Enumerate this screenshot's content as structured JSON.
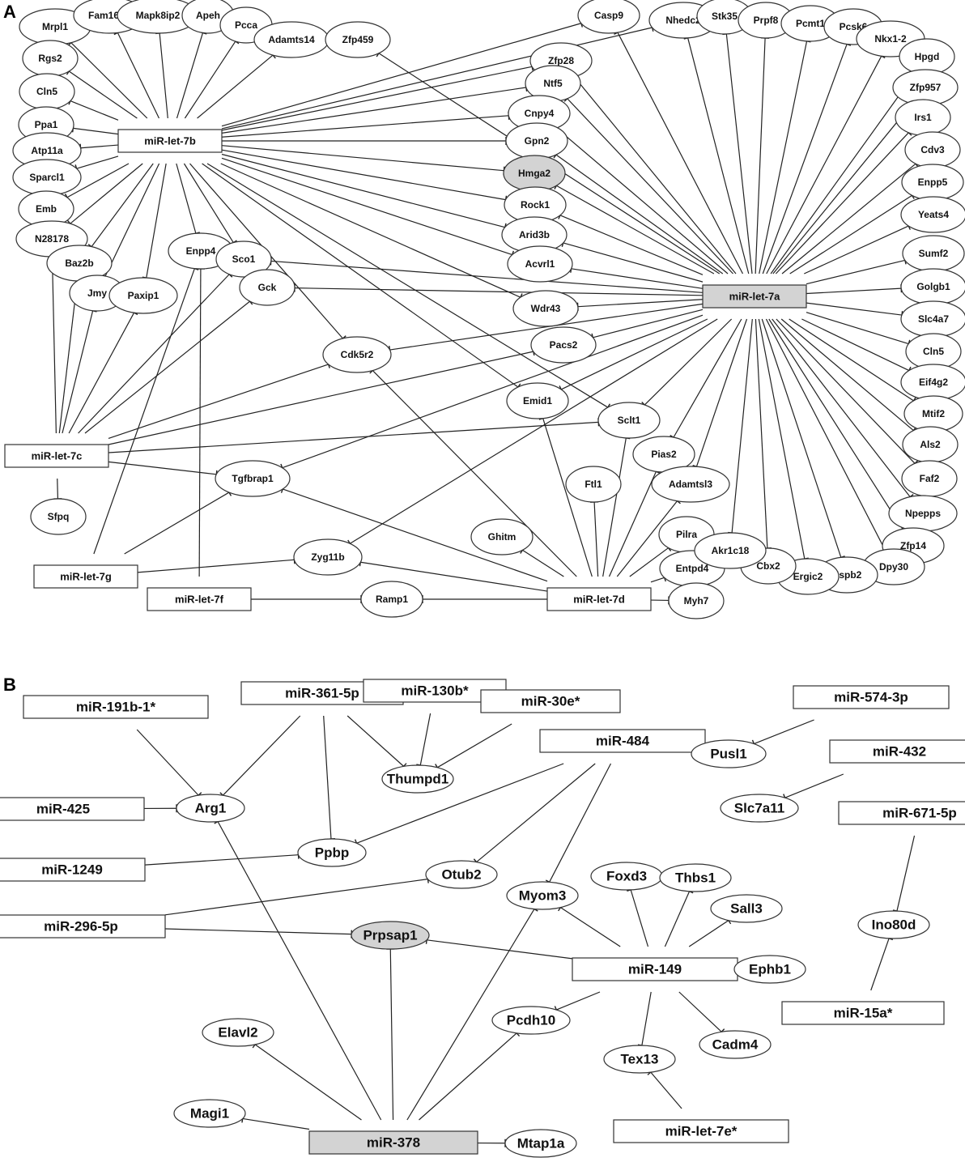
{
  "panels": [
    "A",
    "B"
  ],
  "colors": {
    "highlight": "#d3d3d3",
    "normal": "#ffffff",
    "line": "#222222"
  },
  "nodes": {
    "b7b": {
      "label": "miR-let-7b",
      "shape": "rect"
    },
    "a7a": {
      "label": "miR-let-7a",
      "shape": "rect",
      "hl": true
    },
    "c7c": {
      "label": "miR-let-7c",
      "shape": "rect"
    },
    "g7g": {
      "label": "miR-let-7g",
      "shape": "rect"
    },
    "f7f": {
      "label": "miR-let-7f",
      "shape": "rect"
    },
    "d7d": {
      "label": "miR-let-7d",
      "shape": "rect"
    },
    "Mrpl1": {
      "label": "Mrpl1"
    },
    "Fam161b": {
      "label": "Fam161b"
    },
    "Mapk8ip2": {
      "label": "Mapk8ip2"
    },
    "Apeh": {
      "label": "Apeh"
    },
    "Pcca": {
      "label": "Pcca"
    },
    "Adamts14": {
      "label": "Adamts14"
    },
    "Zfp459": {
      "label": "Zfp459"
    },
    "Rgs2": {
      "label": "Rgs2"
    },
    "Cln5a": {
      "label": "Cln5"
    },
    "Ppa1": {
      "label": "Ppa1"
    },
    "Atp11a": {
      "label": "Atp11a"
    },
    "Sparcl1": {
      "label": "Sparcl1"
    },
    "Emb": {
      "label": "Emb"
    },
    "N28178": {
      "label": "N28178"
    },
    "Baz2b": {
      "label": "Baz2b"
    },
    "Jmy": {
      "label": "Jmy"
    },
    "Paxip1": {
      "label": "Paxip1"
    },
    "Enpp4": {
      "label": "Enpp4"
    },
    "Sco1": {
      "label": "Sco1"
    },
    "Gck": {
      "label": "Gck"
    },
    "Casp9": {
      "label": "Casp9"
    },
    "Zfp28": {
      "label": "Zfp28"
    },
    "Ntf5": {
      "label": "Ntf5"
    },
    "Cnpy4": {
      "label": "Cnpy4"
    },
    "Gpn2": {
      "label": "Gpn2"
    },
    "Hmga2": {
      "label": "Hmga2",
      "hl": true
    },
    "Rock1": {
      "label": "Rock1"
    },
    "Arid3b": {
      "label": "Arid3b"
    },
    "Acvrl1": {
      "label": "Acvrl1"
    },
    "Wdr43": {
      "label": "Wdr43"
    },
    "Pacs2": {
      "label": "Pacs2"
    },
    "Cdk5r2": {
      "label": "Cdk5r2"
    },
    "Emid1": {
      "label": "Emid1"
    },
    "Sclt1": {
      "label": "Sclt1"
    },
    "Pias2": {
      "label": "Pias2"
    },
    "Adamtsl3": {
      "label": "Adamtsl3"
    },
    "Ftl1": {
      "label": "Ftl1"
    },
    "Ghitm": {
      "label": "Ghitm"
    },
    "Pilra": {
      "label": "Pilra"
    },
    "Entpd4": {
      "label": "Entpd4"
    },
    "Myh7": {
      "label": "Myh7"
    },
    "Tgfbrap1": {
      "label": "Tgfbrap1"
    },
    "Sfpq": {
      "label": "Sfpq"
    },
    "Zyg11b": {
      "label": "Zyg11b"
    },
    "Ramp1": {
      "label": "Ramp1"
    },
    "Nhedc2": {
      "label": "Nhedc2"
    },
    "Stk35": {
      "label": "Stk35"
    },
    "Prpf8": {
      "label": "Prpf8"
    },
    "Pcmt1": {
      "label": "Pcmt1"
    },
    "Pcsk6": {
      "label": "Pcsk6"
    },
    "Nkx12": {
      "label": "Nkx1-2"
    },
    "Hpgd": {
      "label": "Hpgd"
    },
    "Zfp957": {
      "label": "Zfp957"
    },
    "Irs1": {
      "label": "Irs1"
    },
    "Cdv3": {
      "label": "Cdv3"
    },
    "Enpp5": {
      "label": "Enpp5"
    },
    "Yeats4": {
      "label": "Yeats4"
    },
    "Sumf2": {
      "label": "Sumf2"
    },
    "Golgb1": {
      "label": "Golgb1"
    },
    "Slc4a7": {
      "label": "Slc4a7"
    },
    "Cln5b": {
      "label": "Cln5"
    },
    "Eif4g2": {
      "label": "Eif4g2"
    },
    "Mtif2": {
      "label": "Mtif2"
    },
    "Als2": {
      "label": "Als2"
    },
    "Faf2": {
      "label": "Faf2"
    },
    "Npepps": {
      "label": "Npepps"
    },
    "Zfp14": {
      "label": "Zfp14"
    },
    "Dpy30": {
      "label": "Dpy30"
    },
    "Hspb2": {
      "label": "Hspb2"
    },
    "Ergic2": {
      "label": "Ergic2"
    },
    "Cbx2": {
      "label": "Cbx2"
    },
    "Akr1c18": {
      "label": "Akr1c18"
    },
    "m191": {
      "label": "miR-191b-1*",
      "shape": "rect"
    },
    "m361": {
      "label": "miR-361-5p",
      "shape": "rect"
    },
    "m130": {
      "label": "miR-130b*",
      "shape": "rect"
    },
    "m30e": {
      "label": "miR-30e*",
      "shape": "rect"
    },
    "m484": {
      "label": "miR-484",
      "shape": "rect"
    },
    "m574": {
      "label": "miR-574-3p",
      "shape": "rect"
    },
    "m432": {
      "label": "miR-432",
      "shape": "rect"
    },
    "m671": {
      "label": "miR-671-5p",
      "shape": "rect"
    },
    "m425": {
      "label": "miR-425",
      "shape": "rect"
    },
    "m1249": {
      "label": "miR-1249",
      "shape": "rect"
    },
    "m296": {
      "label": "miR-296-5p",
      "shape": "rect"
    },
    "m149": {
      "label": "miR-149",
      "shape": "rect"
    },
    "m15a": {
      "label": "miR-15a*",
      "shape": "rect"
    },
    "m378": {
      "label": "miR-378",
      "shape": "rect",
      "hl": true
    },
    "m7e": {
      "label": "miR-let-7e*",
      "shape": "rect"
    },
    "Thumpd1": {
      "label": "Thumpd1"
    },
    "Arg1": {
      "label": "Arg1"
    },
    "Ppbp": {
      "label": "Ppbp"
    },
    "Otub2": {
      "label": "Otub2"
    },
    "Myom3": {
      "label": "Myom3"
    },
    "Foxd3": {
      "label": "Foxd3"
    },
    "Thbs1": {
      "label": "Thbs1"
    },
    "Sall3": {
      "label": "Sall3"
    },
    "Prpsap1": {
      "label": "Prpsap1",
      "hl": true
    },
    "Ephb1": {
      "label": "Ephb1"
    },
    "Pcdh10": {
      "label": "Pcdh10"
    },
    "Cadm4": {
      "label": "Cadm4"
    },
    "Tex13": {
      "label": "Tex13"
    },
    "Elavl2": {
      "label": "Elavl2"
    },
    "Magi1": {
      "label": "Magi1"
    },
    "Mtap1a": {
      "label": "Mtap1a"
    },
    "Pusl1": {
      "label": "Pusl1"
    },
    "Slc7a11": {
      "label": "Slc7a11"
    },
    "Ino80d": {
      "label": "Ino80d"
    }
  },
  "edges": [
    [
      "b7b",
      "Mrpl1"
    ],
    [
      "b7b",
      "Fam161b"
    ],
    [
      "b7b",
      "Mapk8ip2"
    ],
    [
      "b7b",
      "Apeh"
    ],
    [
      "b7b",
      "Pcca"
    ],
    [
      "b7b",
      "Adamts14"
    ],
    [
      "b7b",
      "Rgs2"
    ],
    [
      "b7b",
      "Cln5a"
    ],
    [
      "b7b",
      "Ppa1"
    ],
    [
      "b7b",
      "Atp11a"
    ],
    [
      "b7b",
      "Sparcl1"
    ],
    [
      "b7b",
      "Emb"
    ],
    [
      "b7b",
      "N28178"
    ],
    [
      "b7b",
      "Baz2b"
    ],
    [
      "b7b",
      "Jmy"
    ],
    [
      "b7b",
      "Paxip1"
    ],
    [
      "b7b",
      "Enpp4"
    ],
    [
      "b7b",
      "Sco1"
    ],
    [
      "b7b",
      "Casp9"
    ],
    [
      "b7b",
      "Nhedc2"
    ],
    [
      "b7b",
      "Zfp28"
    ],
    [
      "b7b",
      "Ntf5"
    ],
    [
      "b7b",
      "Cnpy4"
    ],
    [
      "b7b",
      "Gpn2"
    ],
    [
      "b7b",
      "Hmga2"
    ],
    [
      "b7b",
      "Rock1"
    ],
    [
      "b7b",
      "Arid3b"
    ],
    [
      "b7b",
      "Acvrl1"
    ],
    [
      "b7b",
      "Wdr43"
    ],
    [
      "b7b",
      "Cdk5r2"
    ],
    [
      "b7b",
      "Emid1"
    ],
    [
      "b7b",
      "Sclt1"
    ],
    [
      "a7a",
      "Zfp459"
    ],
    [
      "a7a",
      "Casp9"
    ],
    [
      "a7a",
      "Zfp28"
    ],
    [
      "a7a",
      "Ntf5"
    ],
    [
      "a7a",
      "Cnpy4"
    ],
    [
      "a7a",
      "Gpn2"
    ],
    [
      "a7a",
      "Hmga2"
    ],
    [
      "a7a",
      "Rock1"
    ],
    [
      "a7a",
      "Arid3b"
    ],
    [
      "a7a",
      "Acvrl1"
    ],
    [
      "a7a",
      "Sco1"
    ],
    [
      "a7a",
      "Gck"
    ],
    [
      "a7a",
      "Wdr43"
    ],
    [
      "a7a",
      "Pacs2"
    ],
    [
      "a7a",
      "Cdk5r2"
    ],
    [
      "a7a",
      "Emid1"
    ],
    [
      "a7a",
      "Sclt1"
    ],
    [
      "a7a",
      "Pias2"
    ],
    [
      "a7a",
      "Adamtsl3"
    ],
    [
      "a7a",
      "Tgfbrap1"
    ],
    [
      "a7a",
      "Zyg11b"
    ],
    [
      "a7a",
      "Nhedc2"
    ],
    [
      "a7a",
      "Stk35"
    ],
    [
      "a7a",
      "Prpf8"
    ],
    [
      "a7a",
      "Pcmt1"
    ],
    [
      "a7a",
      "Pcsk6"
    ],
    [
      "a7a",
      "Nkx12"
    ],
    [
      "a7a",
      "Hpgd"
    ],
    [
      "a7a",
      "Zfp957"
    ],
    [
      "a7a",
      "Irs1"
    ],
    [
      "a7a",
      "Cdv3"
    ],
    [
      "a7a",
      "Enpp5"
    ],
    [
      "a7a",
      "Yeats4"
    ],
    [
      "a7a",
      "Sumf2"
    ],
    [
      "a7a",
      "Golgb1"
    ],
    [
      "a7a",
      "Slc4a7"
    ],
    [
      "a7a",
      "Cln5b"
    ],
    [
      "a7a",
      "Eif4g2"
    ],
    [
      "a7a",
      "Mtif2"
    ],
    [
      "a7a",
      "Als2"
    ],
    [
      "a7a",
      "Faf2"
    ],
    [
      "a7a",
      "Npepps"
    ],
    [
      "a7a",
      "Zfp14"
    ],
    [
      "a7a",
      "Dpy30"
    ],
    [
      "a7a",
      "Hspb2"
    ],
    [
      "a7a",
      "Ergic2"
    ],
    [
      "a7a",
      "Cbx2"
    ],
    [
      "a7a",
      "Akr1c18"
    ],
    [
      "c7c",
      "N28178"
    ],
    [
      "c7c",
      "Baz2b"
    ],
    [
      "c7c",
      "Jmy"
    ],
    [
      "c7c",
      "Paxip1"
    ],
    [
      "c7c",
      "Sco1"
    ],
    [
      "c7c",
      "Gck"
    ],
    [
      "c7c",
      "Cdk5r2"
    ],
    [
      "c7c",
      "Pacs2"
    ],
    [
      "c7c",
      "Sclt1"
    ],
    [
      "c7c",
      "Tgfbrap1"
    ],
    [
      "c7c",
      "Sfpq"
    ],
    [
      "g7g",
      "Enpp4"
    ],
    [
      "g7g",
      "Tgfbrap1"
    ],
    [
      "g7g",
      "Zyg11b"
    ],
    [
      "f7f",
      "Enpp4"
    ],
    [
      "f7f",
      "Ramp1"
    ],
    [
      "d7d",
      "Emid1"
    ],
    [
      "d7d",
      "Sclt1"
    ],
    [
      "d7d",
      "Pias2"
    ],
    [
      "d7d",
      "Adamtsl3"
    ],
    [
      "d7d",
      "Ftl1"
    ],
    [
      "d7d",
      "Ghitm"
    ],
    [
      "d7d",
      "Pilra"
    ],
    [
      "d7d",
      "Entpd4"
    ],
    [
      "d7d",
      "Myh7"
    ],
    [
      "d7d",
      "Cdk5r2"
    ],
    [
      "d7d",
      "Tgfbrap1"
    ],
    [
      "d7d",
      "Zyg11b"
    ],
    [
      "d7d",
      "Ramp1"
    ],
    [
      "m191",
      "Arg1"
    ],
    [
      "m361",
      "Arg1"
    ],
    [
      "m361",
      "Ppbp"
    ],
    [
      "m361",
      "Thumpd1"
    ],
    [
      "m130",
      "Thumpd1"
    ],
    [
      "m30e",
      "Thumpd1"
    ],
    [
      "m484",
      "Ppbp"
    ],
    [
      "m484",
      "Otub2"
    ],
    [
      "m484",
      "Myom3"
    ],
    [
      "m425",
      "Arg1"
    ],
    [
      "m1249",
      "Ppbp"
    ],
    [
      "m296",
      "Otub2"
    ],
    [
      "m296",
      "Prpsap1"
    ],
    [
      "m149",
      "Myom3"
    ],
    [
      "m149",
      "Foxd3"
    ],
    [
      "m149",
      "Thbs1"
    ],
    [
      "m149",
      "Sall3"
    ],
    [
      "m149",
      "Prpsap1"
    ],
    [
      "m149",
      "Ephb1"
    ],
    [
      "m149",
      "Pcdh10"
    ],
    [
      "m149",
      "Cadm4"
    ],
    [
      "m149",
      "Tex13"
    ],
    [
      "m378",
      "Arg1"
    ],
    [
      "m378",
      "Prpsap1"
    ],
    [
      "m378",
      "Myom3"
    ],
    [
      "m378",
      "Pcdh10"
    ],
    [
      "m378",
      "Elavl2"
    ],
    [
      "m378",
      "Magi1"
    ],
    [
      "m378",
      "Mtap1a"
    ],
    [
      "m7e",
      "Tex13"
    ],
    [
      "m574",
      "Pusl1"
    ],
    [
      "m432",
      "Slc7a11"
    ],
    [
      "m671",
      "Ino80d"
    ],
    [
      "m15a",
      "Ino80d"
    ]
  ]
}
